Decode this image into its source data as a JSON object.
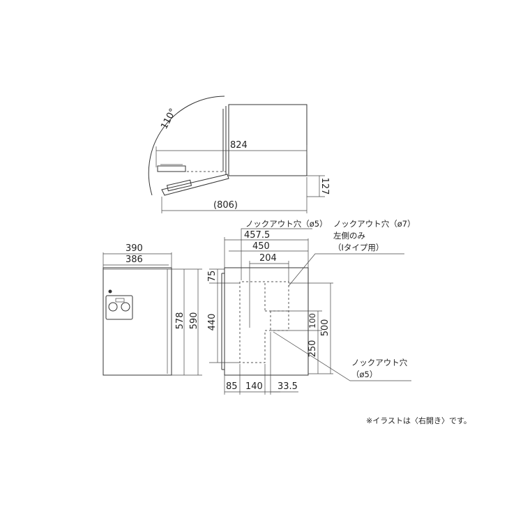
{
  "top_view": {
    "angle": "110°",
    "depth_open": "824",
    "depth_total": "(806)",
    "door_thickness": "127"
  },
  "front_view": {
    "width_outer": "390",
    "width_inner": "386",
    "height_inner": "578",
    "height_outer": "590"
  },
  "side_view": {
    "label_knockout_a": "ノックアウト穴（ø5）",
    "label_knockout_b_line1": "ノックアウト穴（ø7）",
    "label_knockout_b_line2": "左側のみ",
    "label_knockout_b_line3": "（Iタイプ用）",
    "label_knockout_c_line1": "ノックアウト穴",
    "label_knockout_c_line2": "（ø5）",
    "dim_4575": "457.5",
    "dim_450": "450",
    "dim_204": "204",
    "dim_75": "75",
    "dim_440": "440",
    "dim_100": "100",
    "dim_250": "250",
    "dim_500": "500",
    "dim_85": "85",
    "dim_140": "140",
    "dim_335": "33.5"
  },
  "footnote": "※イラストは〈右開き〉です。"
}
